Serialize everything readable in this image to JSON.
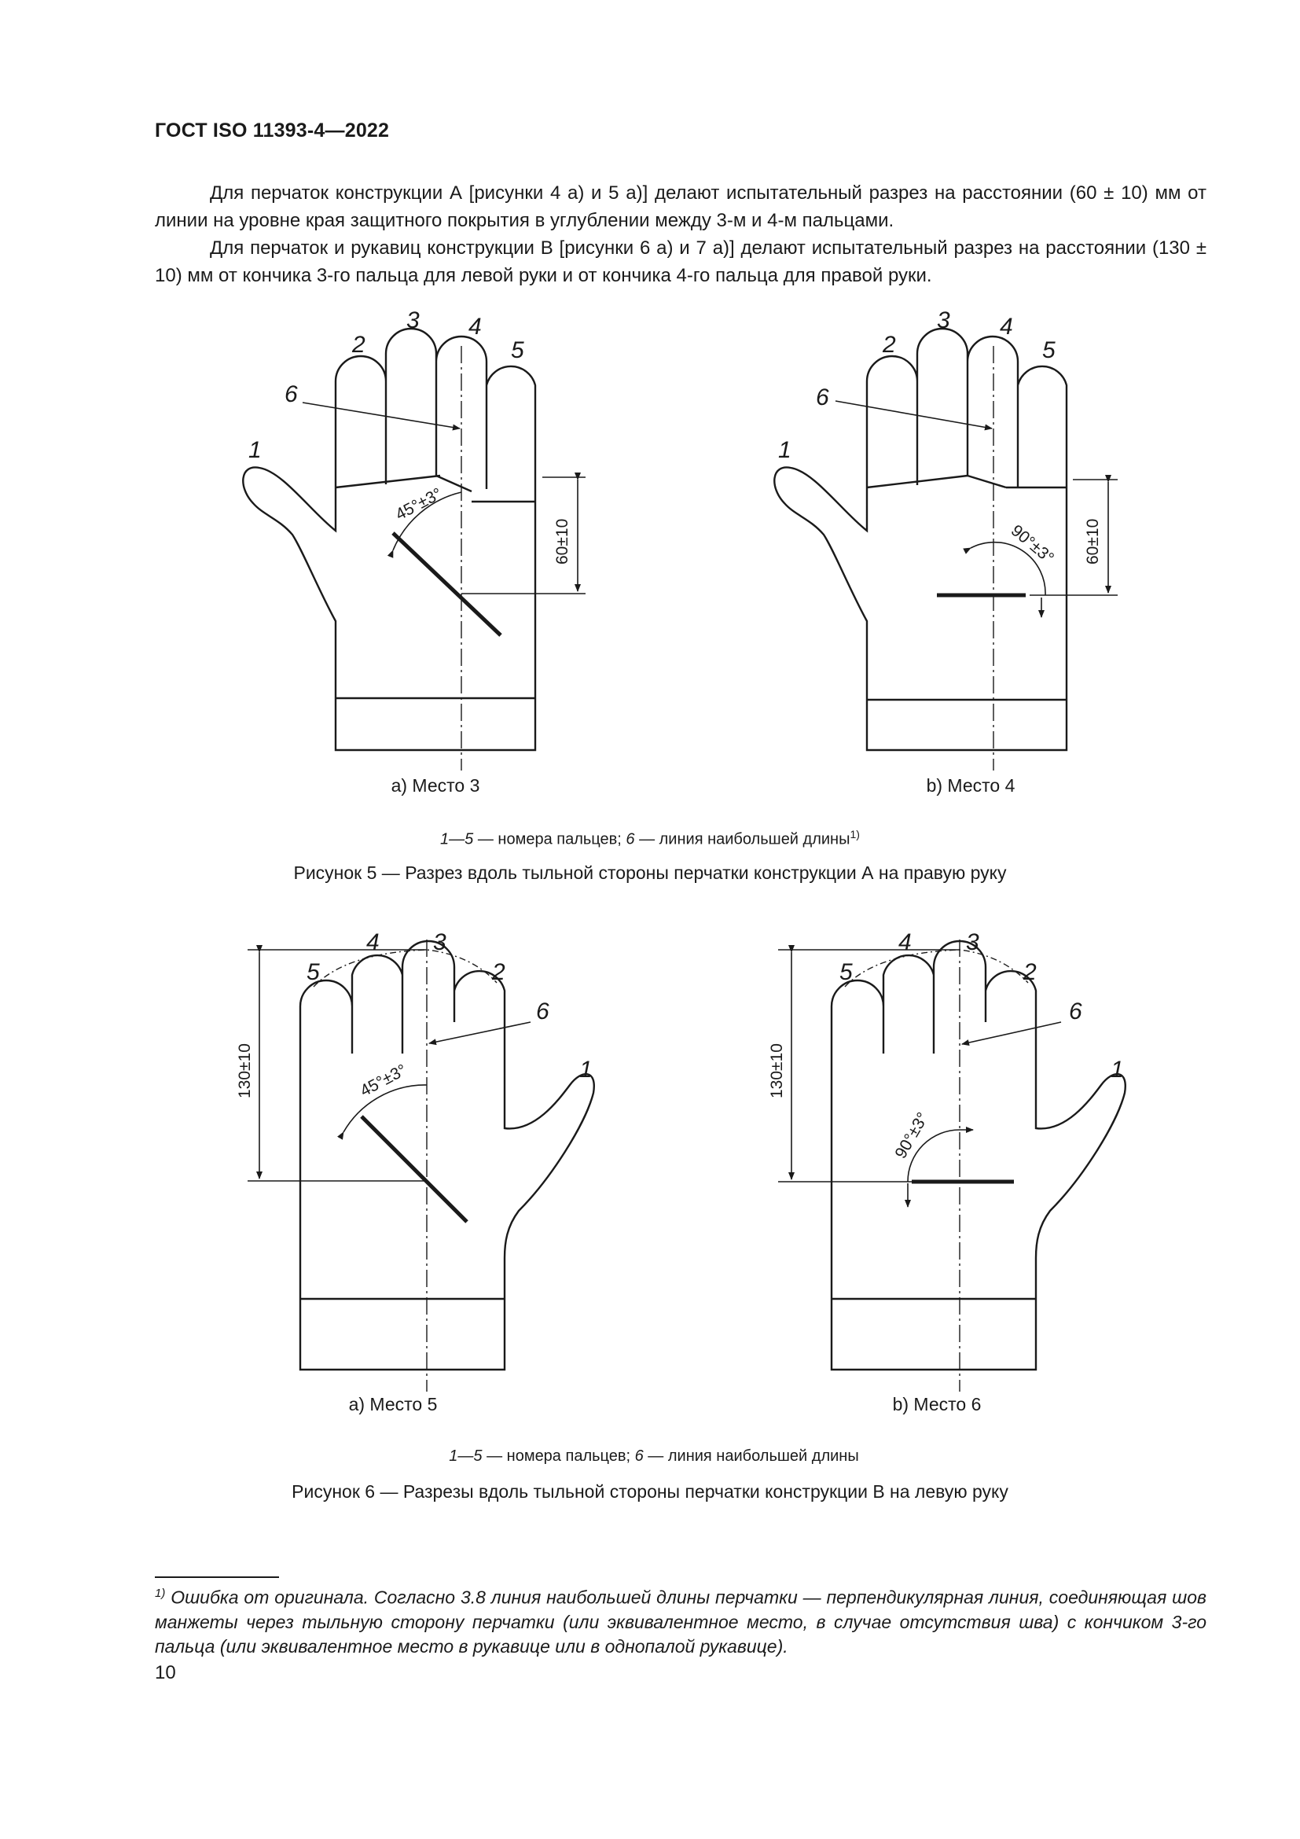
{
  "header": {
    "doc_id": "ГОСТ ISO 11393-4—2022"
  },
  "paragraphs": {
    "p1": "Для перчаток конструкции А [рисунки 4 а) и 5 а)] делают испытательный разрез на расстоянии (60 ± 10) мм от линии на уровне края защитного покрытия в углублении между 3-м и 4-м пальцами.",
    "p2": "Для перчаток и рукавиц конструкции В [рисунки 6 а) и 7 а)] делают испытательный разрез на расстоянии (130 ± 10) мм от кончика 3-го пальца для левой руки и от кончика 4-го пальца для правой руки."
  },
  "figure5": {
    "callouts": [
      "1",
      "2",
      "3",
      "4",
      "5",
      "6"
    ],
    "panel_a": {
      "caption": "а) Место 3",
      "angle": "45°±3°",
      "dimension": "60±10"
    },
    "panel_b": {
      "caption": "b) Место 4",
      "angle": "90°±3°",
      "dimension": "60±10"
    },
    "legend": {
      "fingers": "1—5",
      "fingers_text": " — номера пальцев; ",
      "line": "6",
      "line_text": " — линия наибольшей длины",
      "note_ref": "1)"
    },
    "title": "Рисунок 5 — Разрез вдоль тыльной стороны перчатки конструкции А на правую руку"
  },
  "figure6": {
    "callouts": [
      "1",
      "2",
      "3",
      "4",
      "5",
      "6"
    ],
    "panel_a": {
      "caption": "а) Место 5",
      "angle": "45°±3°",
      "dimension": "130±10"
    },
    "panel_b": {
      "caption": "b) Место 6",
      "angle": "90°±3°",
      "dimension": "130±10"
    },
    "legend": {
      "fingers": "1—5",
      "fingers_text": " — номера пальцев; ",
      "line": "6",
      "line_text": " — линия наибольшей длины"
    },
    "title": "Рисунок 6 — Разрезы вдоль тыльной стороны перчатки конструкции В на левую руку"
  },
  "footnote": {
    "marker": "1)",
    "text": " Ошибка от оригинала. Согласно 3.8 линия наибольшей длины перчатки — перпендикулярная линия, соединяющая шов манжеты через тыльную сторону перчатки (или эквивалентное место, в случае отсутствия шва) с кончиком 3-го пальца (или эквивалентное место в рукавице или в однопалой рукавице)."
  },
  "page_number": "10"
}
